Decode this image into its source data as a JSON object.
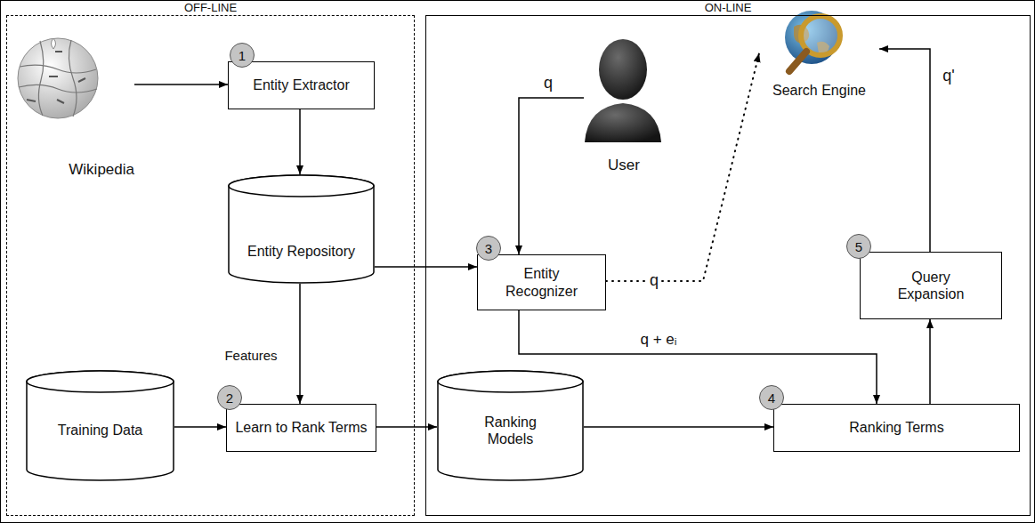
{
  "diagram": {
    "nodes": [
      {
        "text": [
          "OFF-LINE"
        ]
      },
      {
        "text": [
          "Wikipedia"
        ],
        "in": 0
      },
      {
        "text": [
          "Entity Extractor"
        ],
        "in": 0
      },
      {
        "text": [
          "Entity Repository"
        ],
        "in": 0
      },
      {
        "text": [
          "Training Data"
        ],
        "in": 0
      },
      {
        "text": [
          "Learn to Rank Terms"
        ],
        "in": 0
      },
      {
        "text": [
          "ON-LINE"
        ]
      },
      {
        "text": [
          "User"
        ],
        "in": 6
      },
      {
        "text": [
          "Search Engine"
        ],
        "in": 6
      },
      {
        "text": [
          "Entity Recognizer"
        ],
        "in": 6
      },
      {
        "text": [
          "Ranking Models"
        ],
        "in": 6
      },
      {
        "text": [
          "Query Expansion"
        ],
        "in": 6
      },
      {
        "text": [
          "Ranking Terms"
        ],
        "in": 6
      }
    ],
    "edges": [
      {
        "from": 1,
        "to": 2,
        "arrow": "to"
      },
      {
        "from": 2,
        "to": 3,
        "arrow": "to"
      },
      {
        "from": 3,
        "to": 9,
        "arrow": "to"
      },
      {
        "from": 3,
        "to": 5,
        "arrow": "to",
        "label": "Features"
      },
      {
        "from": 4,
        "to": 5,
        "arrow": "to"
      },
      {
        "from": 5,
        "to": 10,
        "arrow": "to"
      },
      {
        "from": 10,
        "to": 12,
        "arrow": "to"
      },
      {
        "from": 7,
        "to": 9,
        "arrow": "to",
        "label": "q"
      },
      {
        "from": 9,
        "to": 8,
        "arrow": "to",
        "label": "q"
      },
      {
        "from": 9,
        "to": 12,
        "arrow": "to",
        "label": "q + eᵢ"
      },
      {
        "from": 12,
        "to": 11,
        "arrow": "to"
      },
      {
        "from": 11,
        "to": 8,
        "arrow": "to",
        "label": "q'"
      }
    ],
    "labels": [
      "1",
      "2",
      "3",
      "4",
      "5"
    ]
  }
}
